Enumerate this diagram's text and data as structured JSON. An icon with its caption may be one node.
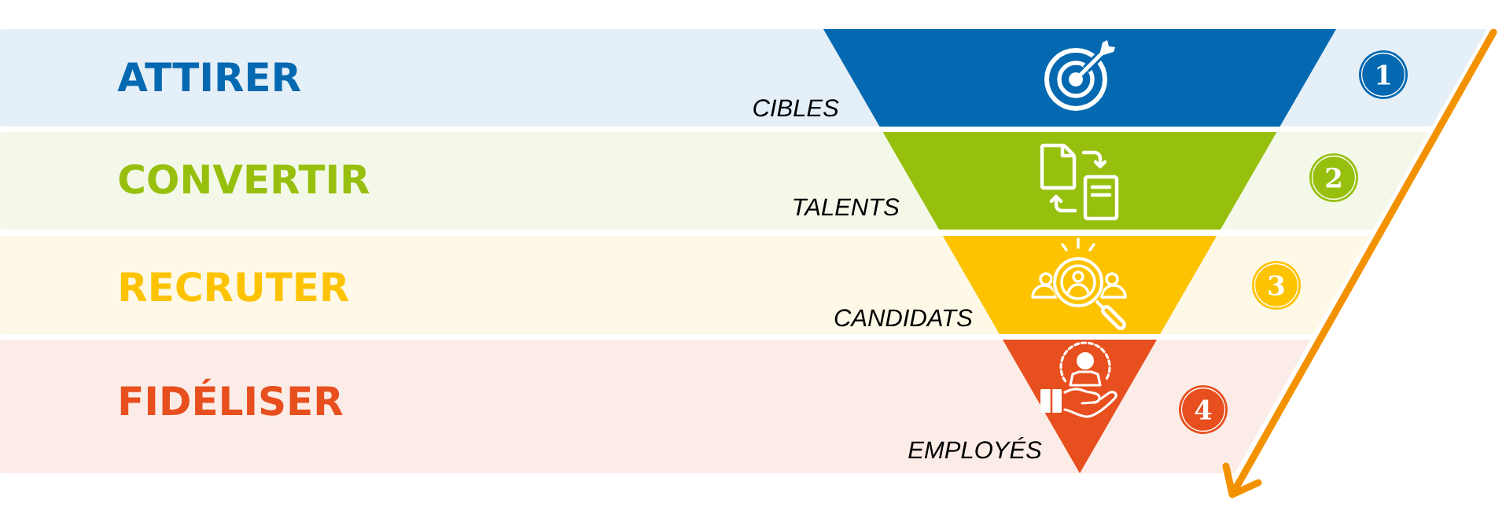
{
  "diagram": {
    "nodes": [
      {
        "text": [
          "ATTIRER"
        ]
      },
      {
        "text": [],
        "shape": "trapezoid",
        "in": 0,
        "beside": [
          "CIBLES"
        ]
      },
      {
        "text": [
          "1"
        ],
        "in": 0
      },
      {
        "text": [
          "CONVERTIR"
        ]
      },
      {
        "text": [],
        "shape": "trapezoid",
        "in": 3,
        "beside": [
          "TALENTS"
        ]
      },
      {
        "text": [
          "2"
        ],
        "in": 3
      },
      {
        "text": [
          "RECRUTER"
        ]
      },
      {
        "text": [],
        "shape": "trapezoid",
        "in": 6,
        "beside": [
          "CANDIDATS"
        ]
      },
      {
        "text": [
          "3"
        ],
        "in": 6
      },
      {
        "text": [
          "FIDÉLISER"
        ]
      },
      {
        "text": [],
        "shape": "triangle",
        "in": 9,
        "beside": [
          "EMPLOYÉS"
        ]
      },
      {
        "text": [
          "4"
        ],
        "in": 9
      }
    ]
  }
}
